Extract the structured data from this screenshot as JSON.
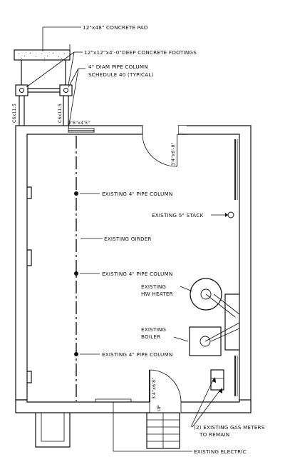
{
  "labels": {
    "concrete_pad": "12\"x48\" CONCRETE PAD",
    "footings": "12\"x12\"x4'-0\"DEEP CONCRETE FOOTINGS",
    "pipe_column_line1": "4\" DIAM PIPE COLUMN",
    "pipe_column_line2": "SCHEDULE 40 (TYPICAL)",
    "column_1": "EXISTING 4\" PIPE COLUMN",
    "column_2": "EXISTING 4\" PIPE COLUMN",
    "column_3": "EXISTING 4\" PIPE COLUMN",
    "stack": "EXISTING 5\" STACK",
    "girder": "EXISTING GIRDER",
    "hw_heater_line1": "EXISTING",
    "hw_heater_line2": "HW HEATER",
    "boiler_line1": "EXISTING",
    "boiler_line2": "BOILER",
    "gas_meters_line1": "(2) EXISTING GAS METERS",
    "gas_meters_line2": "TO REMAIN",
    "electric": "EXISTING ELECTRIC",
    "up": "UP"
  },
  "dimensions": {
    "beam_left": "C6x11.5",
    "beam_right": "C6x11.5",
    "opening": "2'6\"x4'5\"",
    "door_top": "3'4\"x6'-0\"",
    "door_bottom": "3'4\"x6'8\""
  }
}
